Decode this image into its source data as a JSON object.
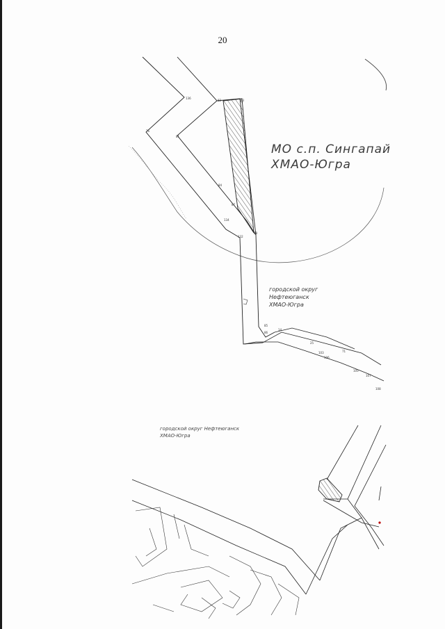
{
  "page": {
    "number": "20"
  },
  "labels": {
    "settlement_line1": "МО с.п. Сингапай",
    "settlement_line2": "ХМАО-Югра",
    "city_mid_line1": "городской округ",
    "city_mid_line2": "Нефтеюганск",
    "city_mid_line3": "ХМАО-Югра",
    "city_bottom_line1": "городской округ Нефтеюганск",
    "city_bottom_line2": "ХМАО-Югра"
  },
  "point_numbers": {
    "p136": "136",
    "p82": "82",
    "p76": "76",
    "p81": "81",
    "p83": "83",
    "p84": "84",
    "p134": "134",
    "p132": "132",
    "p88": "88",
    "p87": "87",
    "p85": "85",
    "p86": "86",
    "p71": "71",
    "p103": "103",
    "p106": "106",
    "p14": "14",
    "p105": "105",
    "p107": "107",
    "p108": "108",
    "p25": "25"
  }
}
